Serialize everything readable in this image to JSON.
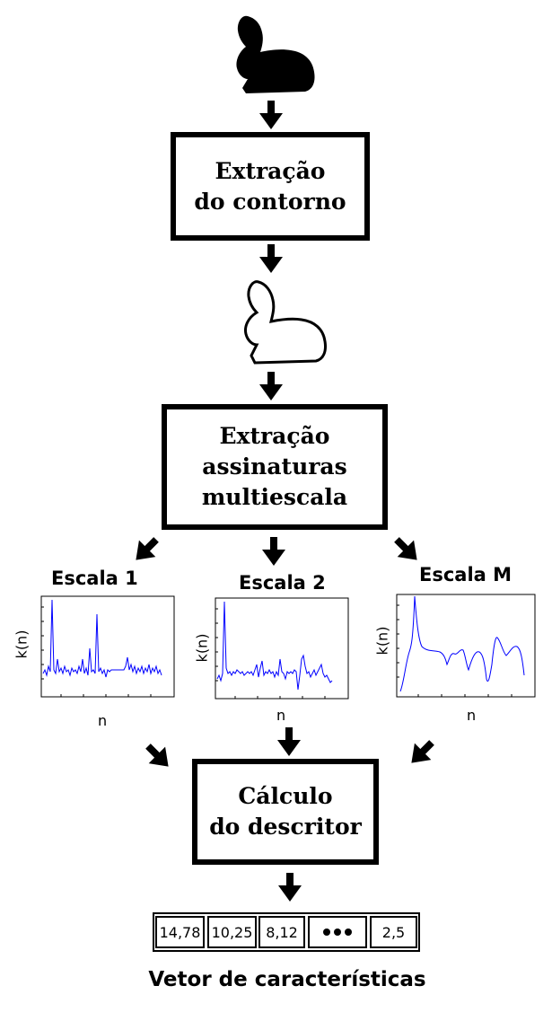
{
  "steps": {
    "contour_extraction": [
      "Extração",
      "do contorno"
    ],
    "signature_extraction": [
      "Extração",
      "assinaturas",
      "multiescala"
    ],
    "descriptor_calculation": [
      "Cálculo",
      "do descritor"
    ]
  },
  "scales": [
    {
      "label": "Escala 1",
      "ylabel": "k(n)",
      "xlabel": "n"
    },
    {
      "label": "Escala 2",
      "ylabel": "k(n)",
      "xlabel": "n"
    },
    {
      "label": "Escala M",
      "ylabel": "k(n)",
      "xlabel": "n"
    }
  ],
  "vector": {
    "cells": [
      "14,78",
      "10,25",
      "8,12",
      "2,5"
    ],
    "caption": "Vetor de características"
  },
  "colors": {
    "curve": "#0000ff",
    "ink": "#000000"
  }
}
